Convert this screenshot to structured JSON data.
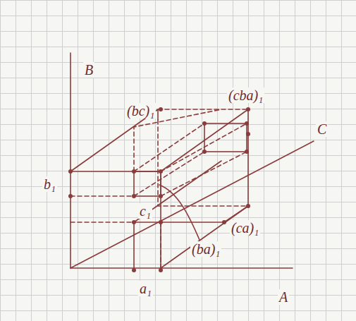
{
  "diagram": {
    "labels": [
      "B",
      "C",
      "b₁",
      "(bc)₁",
      "(cba)₁",
      "c₁",
      "(ca)₁",
      "(ba)₁",
      "a₁",
      "A"
    ]
  }
}
